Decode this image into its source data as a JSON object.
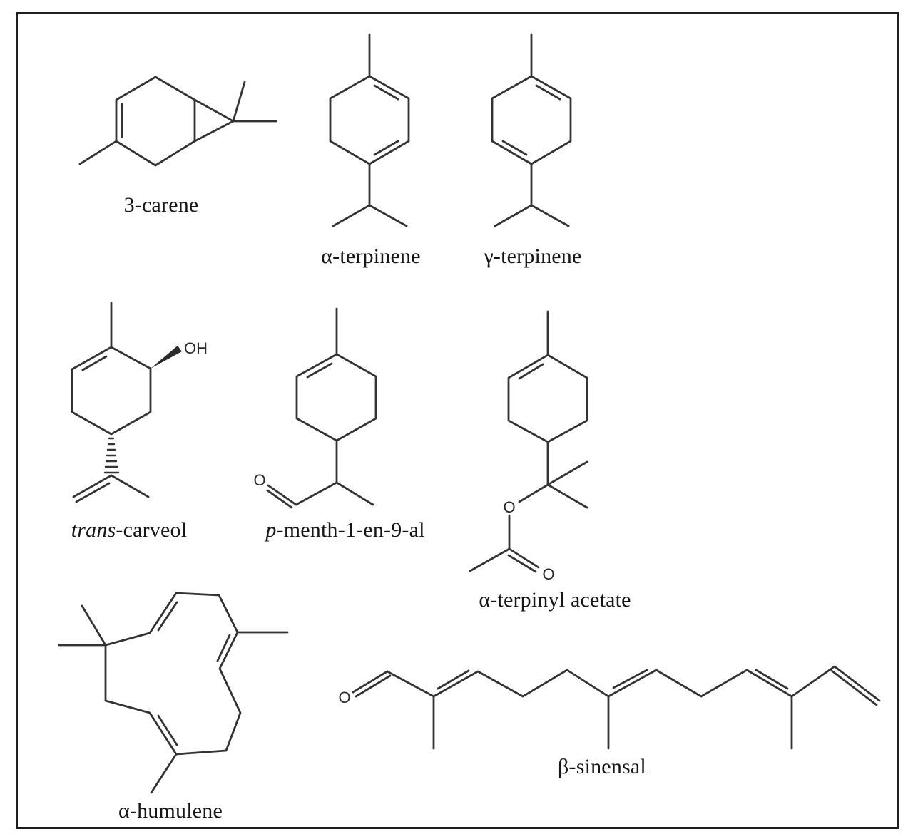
{
  "figure": {
    "kind": "chemical-structure-figure",
    "molecules": [
      {
        "italic": "",
        "name": "3-carene"
      },
      {
        "italic": "",
        "name": "α-terpinene"
      },
      {
        "italic": "",
        "name": "γ-terpinene"
      },
      {
        "italic": "trans",
        "name": "-carveol"
      },
      {
        "italic": "p",
        "name": "-menth-1-en-9-al"
      },
      {
        "italic": "",
        "name": "α-terpinyl acetate"
      },
      {
        "italic": "",
        "name": "α-humulene"
      },
      {
        "italic": "",
        "name": "β-sinensal"
      }
    ],
    "atoms": {
      "carveol_oh": "OH",
      "menthenal_o": "O",
      "acetate_ester_o": "O",
      "acetate_carbonyl_o": "O",
      "sinensal_o": "O"
    },
    "colors": {
      "bond": "#333333",
      "frame": "#1f1f1f",
      "text": "#161616"
    }
  }
}
